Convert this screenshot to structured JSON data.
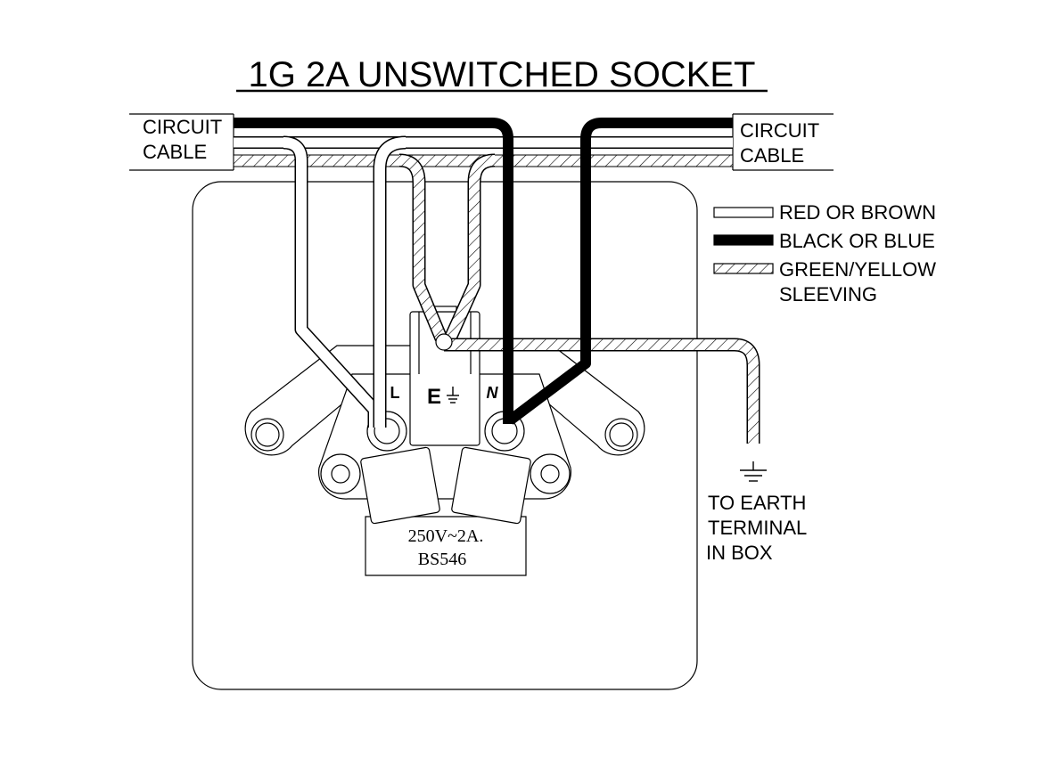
{
  "title": "1G 2A UNSWITCHED SOCKET",
  "cable_left": {
    "line1": "CIRCUIT",
    "line2": "CABLE"
  },
  "cable_right": {
    "line1": "CIRCUIT",
    "line2": "CABLE"
  },
  "legend": {
    "red": "RED OR BROWN",
    "black": "BLACK OR BLUE",
    "green_line1": "GREEN/YELLOW",
    "green_line2": "SLEEVING"
  },
  "terminals": {
    "live": "L",
    "earth": "E",
    "neutral": "N"
  },
  "rating": {
    "line1": "250V~2A.",
    "line2": "BS546"
  },
  "earth_note": {
    "line1": "TO EARTH",
    "line2": "TERMINAL",
    "line3": "IN BOX"
  },
  "colors": {
    "wire_live": "#ffffff",
    "wire_neutral": "#000000",
    "wire_earth_hatch": "#000000",
    "outline": "#000000"
  }
}
